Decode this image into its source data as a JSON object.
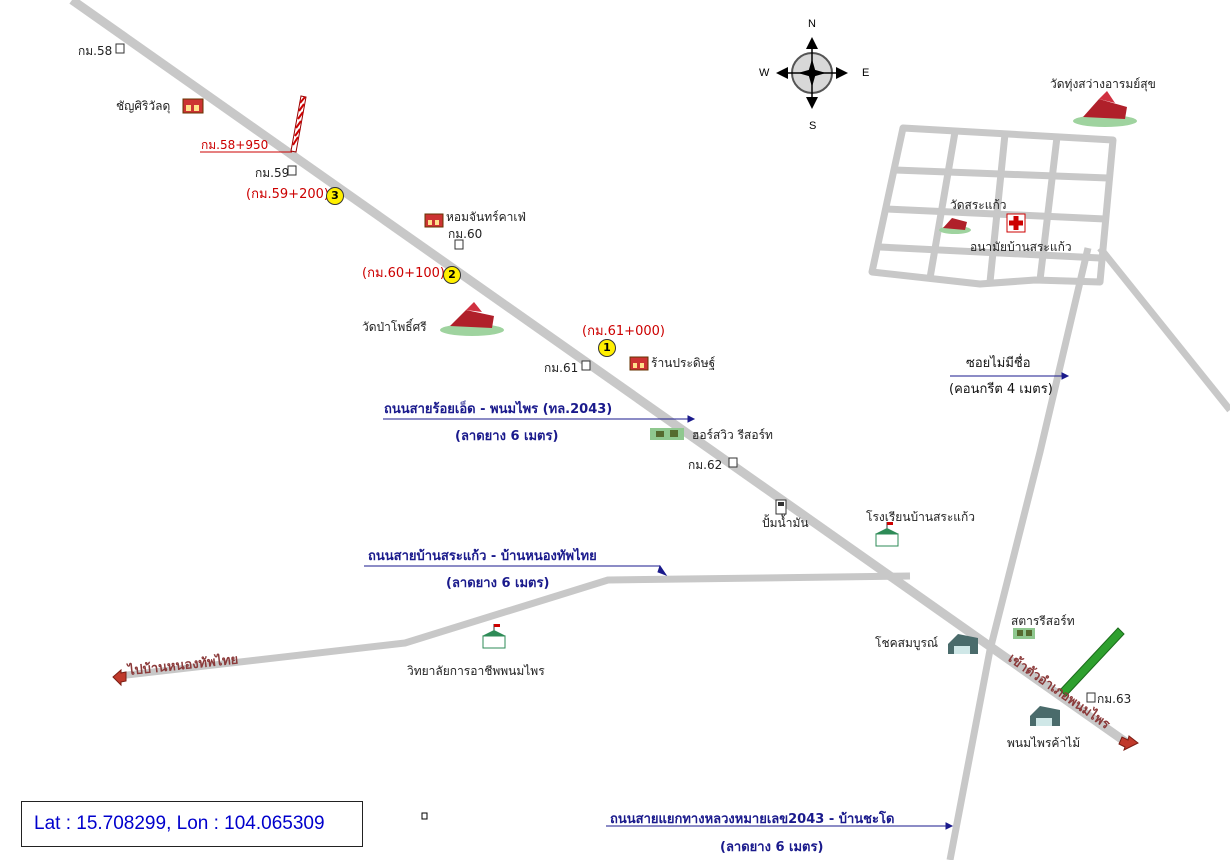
{
  "compass": {
    "n": "N",
    "s": "S",
    "e": "E",
    "w": "W"
  },
  "coordinates": "Lat : 15.708299, Lon : 104.065309",
  "km_markers": {
    "km58": "กม.58",
    "km59": "กม.59",
    "km60": "กม.60",
    "km61": "กม.61",
    "km62": "กม.62",
    "km63": "กม.63"
  },
  "chainage": {
    "c1": "(กม.61+000)",
    "c2": "(กม.60+100)",
    "c3": "(กม.59+200)",
    "c58950": "กม.58+950"
  },
  "markers": [
    "1",
    "2",
    "3"
  ],
  "places": {
    "chanya": "ชัญศิริวัลดุ",
    "homjan": "หอมจันทร์คาเฟ่",
    "wat_pa": "วัดป่าโพธิ์ศรี",
    "ran": "ร้านประดิษฐ์",
    "horse": "ฮอร์สวิว รีสอร์ท",
    "pump": "ปั้มน้ำมัน",
    "school": "โรงเรียนบ้านสระแก้ว",
    "college": "วิทยาลัยการอาชีพพนมไพร",
    "chok": "โชคสมบูรณ์",
    "star": "สตารรีสอร์ท",
    "wood": "พนมไพรค้าไม้",
    "wat_sakaeo": "วัดสระแก้ว",
    "clinic": "อนามัยบ้านสระแก้ว",
    "wat_thung": "วัดทุ่งสว่างอารมย์สุข"
  },
  "roads": {
    "main_title": "ถนนสายร้อยเอ็ด - พนมไพร (ทล.2043)",
    "main_sub": "(ลาดยาง 6 เมตร)",
    "sakaeo_title": "ถนนสายบ้านสระแก้ว - บ้านหนองทัพไทย",
    "sakaeo_sub": "(ลาดยาง 6 เมตร)",
    "soi_title": "ซอยไม่มีชื่อ",
    "soi_sub": "(คอนกรีต 4 เมตร)",
    "chado_title": "ถนนสายแยกทางหลวงหมายเลข2043 - บ้านชะโด",
    "chado_sub": "(ลาดยาง 6 เมตร)"
  },
  "directions": {
    "to_nongtap": "ไปบ้านหนองทัพไทย",
    "to_phanom": "เข้าตัวอำเภอพนมไพร"
  },
  "colors": {
    "road": "#c8c8c8",
    "label_blue": "#1a1a8c",
    "red": "#cc0000",
    "marker": "#ffef00",
    "coord_text": "#0000cc"
  }
}
